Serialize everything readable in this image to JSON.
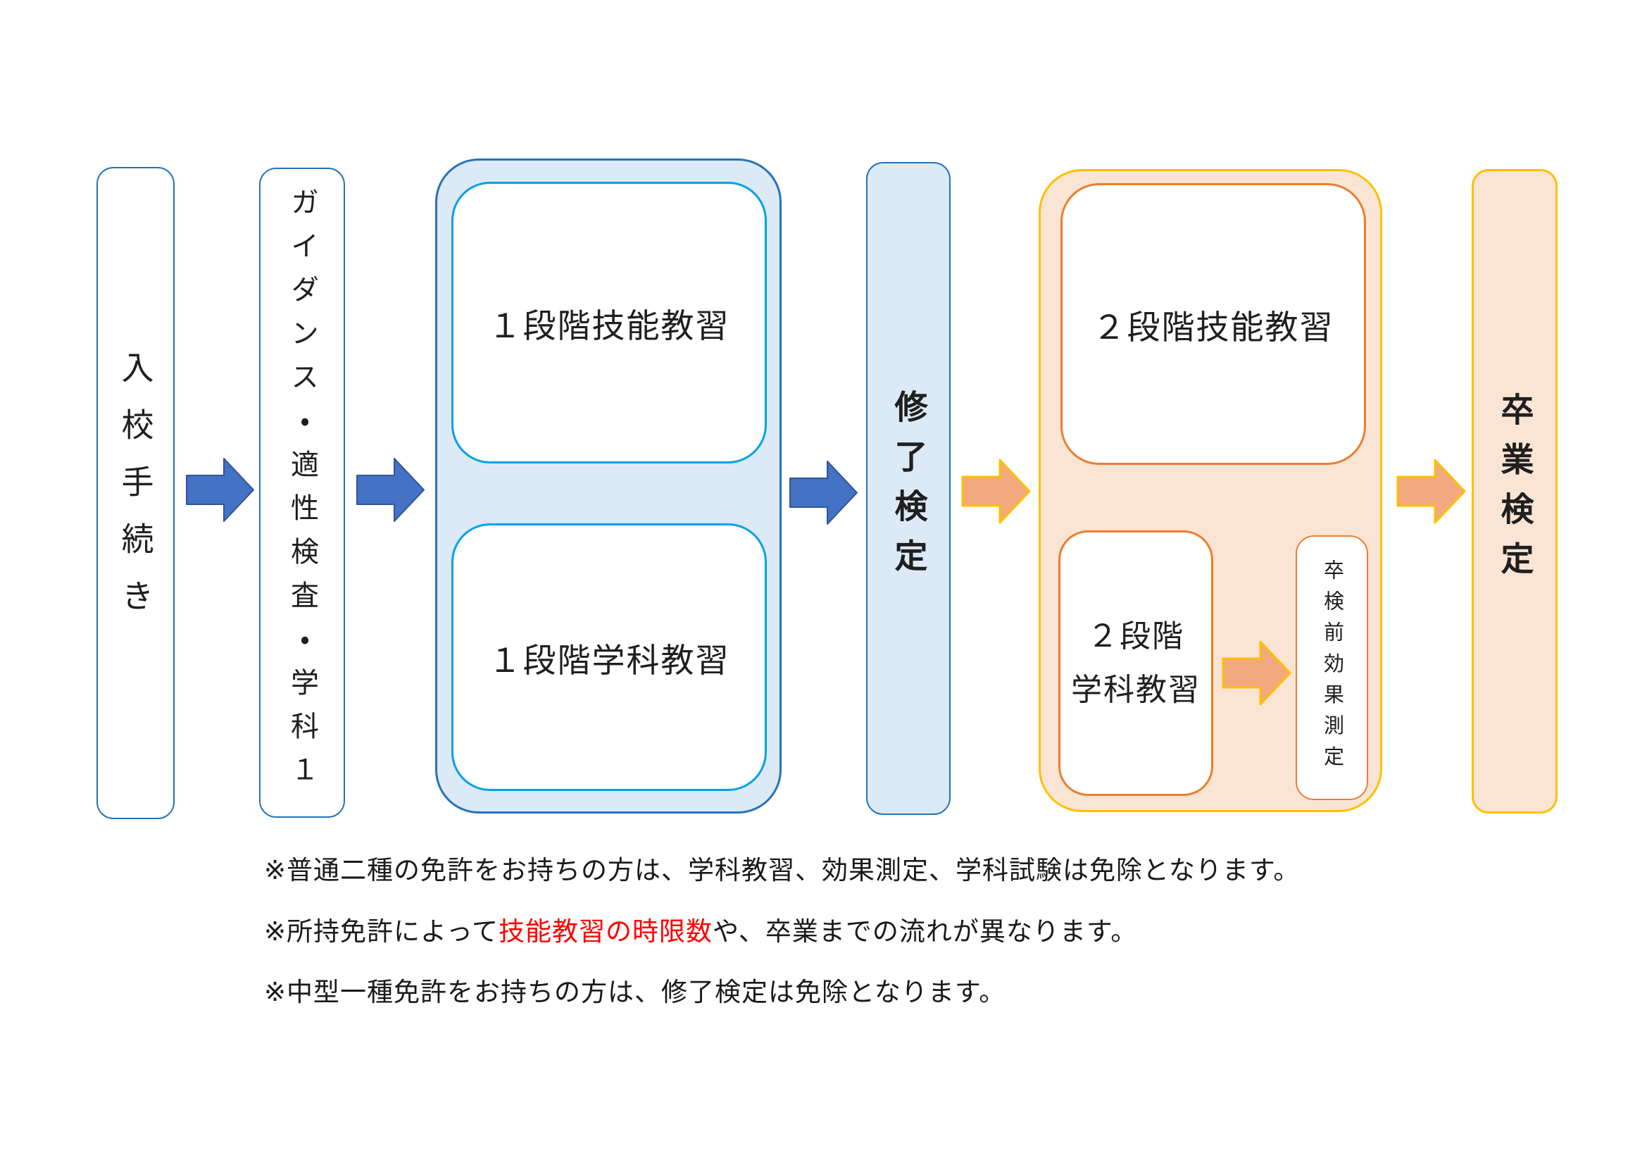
{
  "palette": {
    "blue_border": "#2673B8",
    "cyan_inner_border": "#00A2E8",
    "light_blue_fill": "#DCE9F6",
    "blue_arrow_fill": "#4472C4",
    "blue_arrow_border": "#30539B",
    "gold_border": "#FFC000",
    "orange_inner_border": "#ED7D31",
    "light_orange_fill": "#FAE5D4",
    "orange_arrow_fill": "#F2A97E",
    "note_highlight_red": "#FF0000",
    "text_black": "#1A1A1A"
  },
  "flow": {
    "entry": "入校手続き",
    "guidance": "ガイダンス・適性検査・学科１",
    "stage1_skill": "１段階技能教習",
    "stage1_gakka": "１段階学科教習",
    "shuryo_kentei": "修了検定",
    "stage2_skill": "２段階技能教習",
    "stage2_gakka_line1": "２段階",
    "stage2_gakka_line2": "学科教習",
    "pre_grad_test": "卒検前効果測定",
    "sotsugyo_kentei": "卒業検定"
  },
  "notes": {
    "line1": "※普通二種の免許をお持ちの方は、学科教習、効果測定、学科試験は免除となります。",
    "line2_prefix": "※所持免許によって",
    "line2_highlight": "技能教習の時限数",
    "line2_suffix": "や、卒業までの流れが異なります。",
    "line3": "※中型一種免許をお持ちの方は、修了検定は免除となります。"
  }
}
